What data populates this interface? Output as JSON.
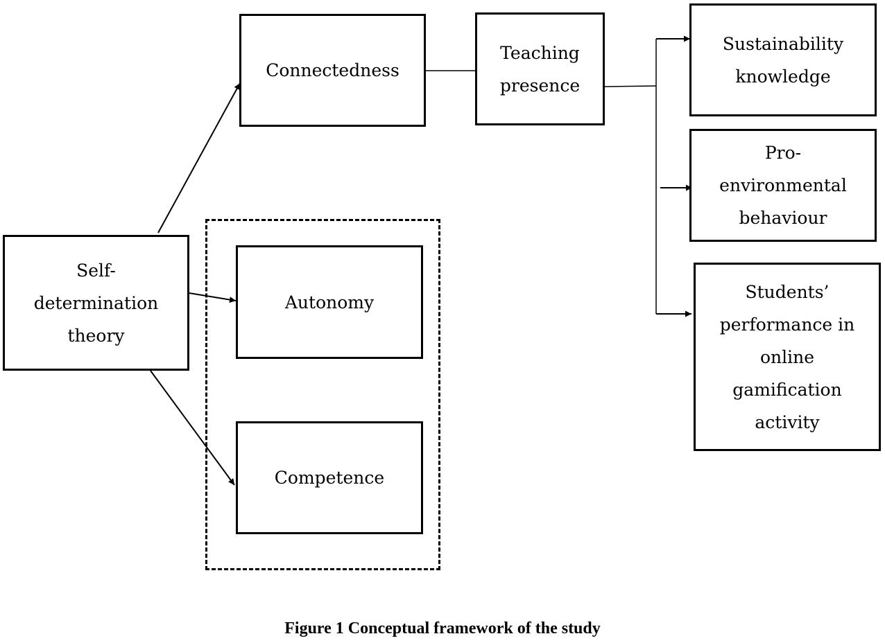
{
  "nodes": {
    "self_determination": {
      "label": "Self-\ndetermination\ntheory"
    },
    "connectedness": {
      "label": "Connectedness"
    },
    "teaching_presence": {
      "label": "Teaching\npresence"
    },
    "autonomy": {
      "label": "Autonomy"
    },
    "competence": {
      "label": "Competence"
    },
    "sustainability_knowledge": {
      "label": "Sustainability\nknowledge"
    },
    "pro_environmental": {
      "label": "Pro-\nenvironmental\nbehaviour"
    },
    "students_performance": {
      "label": "Students’\nperformance in\nonline\ngamification\nactivity"
    }
  },
  "edges": [
    {
      "from": "self_determination",
      "to": "connectedness",
      "style": "arrow"
    },
    {
      "from": "self_determination",
      "to": "autonomy",
      "style": "arrow"
    },
    {
      "from": "self_determination",
      "to": "competence",
      "style": "arrow"
    },
    {
      "from": "connectedness",
      "to": "teaching_presence",
      "style": "line"
    },
    {
      "from": "teaching_presence",
      "to": "sustainability_knowledge",
      "style": "arrow"
    },
    {
      "from": "teaching_presence",
      "to": "pro_environmental",
      "style": "arrow"
    },
    {
      "from": "teaching_presence",
      "to": "students_performance",
      "style": "arrow"
    }
  ],
  "caption": "Figure 1 Conceptual framework of the study"
}
